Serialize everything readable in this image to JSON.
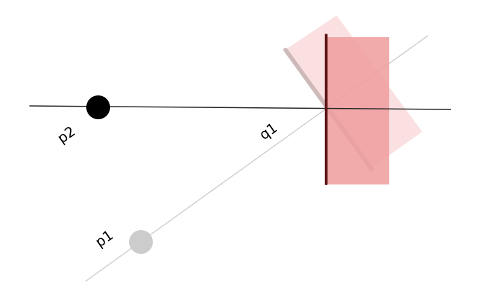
{
  "labels": {
    "p2": "p2",
    "q1": "q1",
    "p1": "p1"
  },
  "colors": {
    "main_line": "#222222",
    "faint_line": "#cfcfcf",
    "point_p2": "#000000",
    "point_p1": "#cccccc",
    "mirror_front": "#ef9c9c",
    "mirror_ghost": "#f6c6c6",
    "mirror_edge": "#5a1414",
    "ghost_edge": "#c7b3b3",
    "background": "#ffffff"
  }
}
